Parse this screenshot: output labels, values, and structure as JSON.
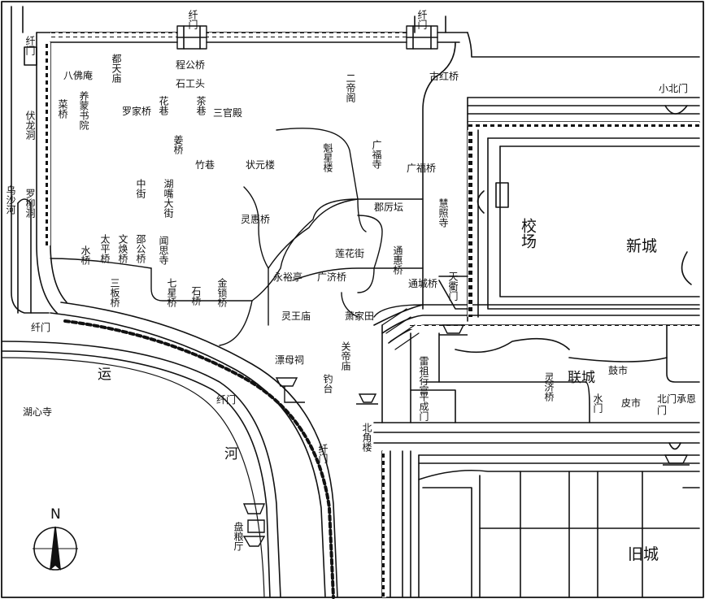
{
  "labels": {
    "qianmen_nw": "纤门",
    "qianmen_top1": "纤门",
    "qianmen_top2": "纤门",
    "qianmen_sw": "纤门",
    "qianmen_s1": "纤门",
    "qianmen_s2": "纤门",
    "bafoan": "八佛庵",
    "dutianmiao": "都天庙",
    "chenggongqiao": "程公桥",
    "shigongtou": "石工头",
    "guhongqiao": "古红桥",
    "xiaobeimen": "小北门",
    "caiqiao": "菜桥",
    "yangmengshuyuan": "养蒙书院",
    "luojiaqiao": "罗家桥",
    "huaxiang": "花巷",
    "chaxiang": "茶巷",
    "sanguandian": "三官殿",
    "erdige": "二帝阁",
    "fulongdong": "伏龙洞",
    "jiangqiao": "姜桥",
    "zhuxiang": "竹巷",
    "zhuangyuanlou": "状元楼",
    "kuixinglou": "魁星楼",
    "guangfusi": "广福寺",
    "guangfuqiao": "广福桥",
    "wushahe": "乌沙河",
    "luoliudong": "罗柳洞",
    "zhongjie": "中街",
    "huzuidajie": "湖嘴大街",
    "linghuiqiao": "灵惠桥",
    "junlitan": "郡厉坛",
    "huizhaosi": "慧照寺",
    "jiaochang": "校场",
    "xincheng": "新城",
    "shuiqiao": "水桥",
    "taipingqiao": "太平桥",
    "wenhuanqiao": "文焕桥",
    "shaogongqiao": "邵公桥",
    "wensisi": "闻思寺",
    "lianhuajie": "莲花街",
    "tonghuiqiao": "通惠桥",
    "yongyuting": "永裕亭",
    "guangjiqiao": "广济桥",
    "sanbanqiao": "三板桥",
    "qixingqiao": "七星桥",
    "shiqiao": "石桥",
    "jinsuoqiao": "金锁桥",
    "tongchengqiao": "通城桥",
    "tianqumen": "天衢门",
    "lingwangmiao": "灵王庙",
    "xiaojiatian": "萧家田",
    "piaomuci": "漂母祠",
    "guandimiao": "关帝庙",
    "leizugong": "雷祖行宫",
    "diaotai": "钓台",
    "yun": "运",
    "lianchengl": "联城",
    "gushi": "鼓市",
    "lingjiqiao": "灵济桥",
    "shuimen": "水门",
    "pishi": "皮市",
    "beimen": "北门承恩门",
    "huxinsi": "湖心寺",
    "pingchengmen": "平成门",
    "beijiaolou": "北角楼",
    "he": "河",
    "panliangting": "盘粮厅",
    "jiucheng": "旧城",
    "north": "N"
  },
  "colors": {
    "ink": "#111111",
    "paper": "#ffffff"
  },
  "symbols": {
    "compass": "north-arrow-icon",
    "pavilion": "pavilion-icon",
    "gate": "gate-icon"
  }
}
